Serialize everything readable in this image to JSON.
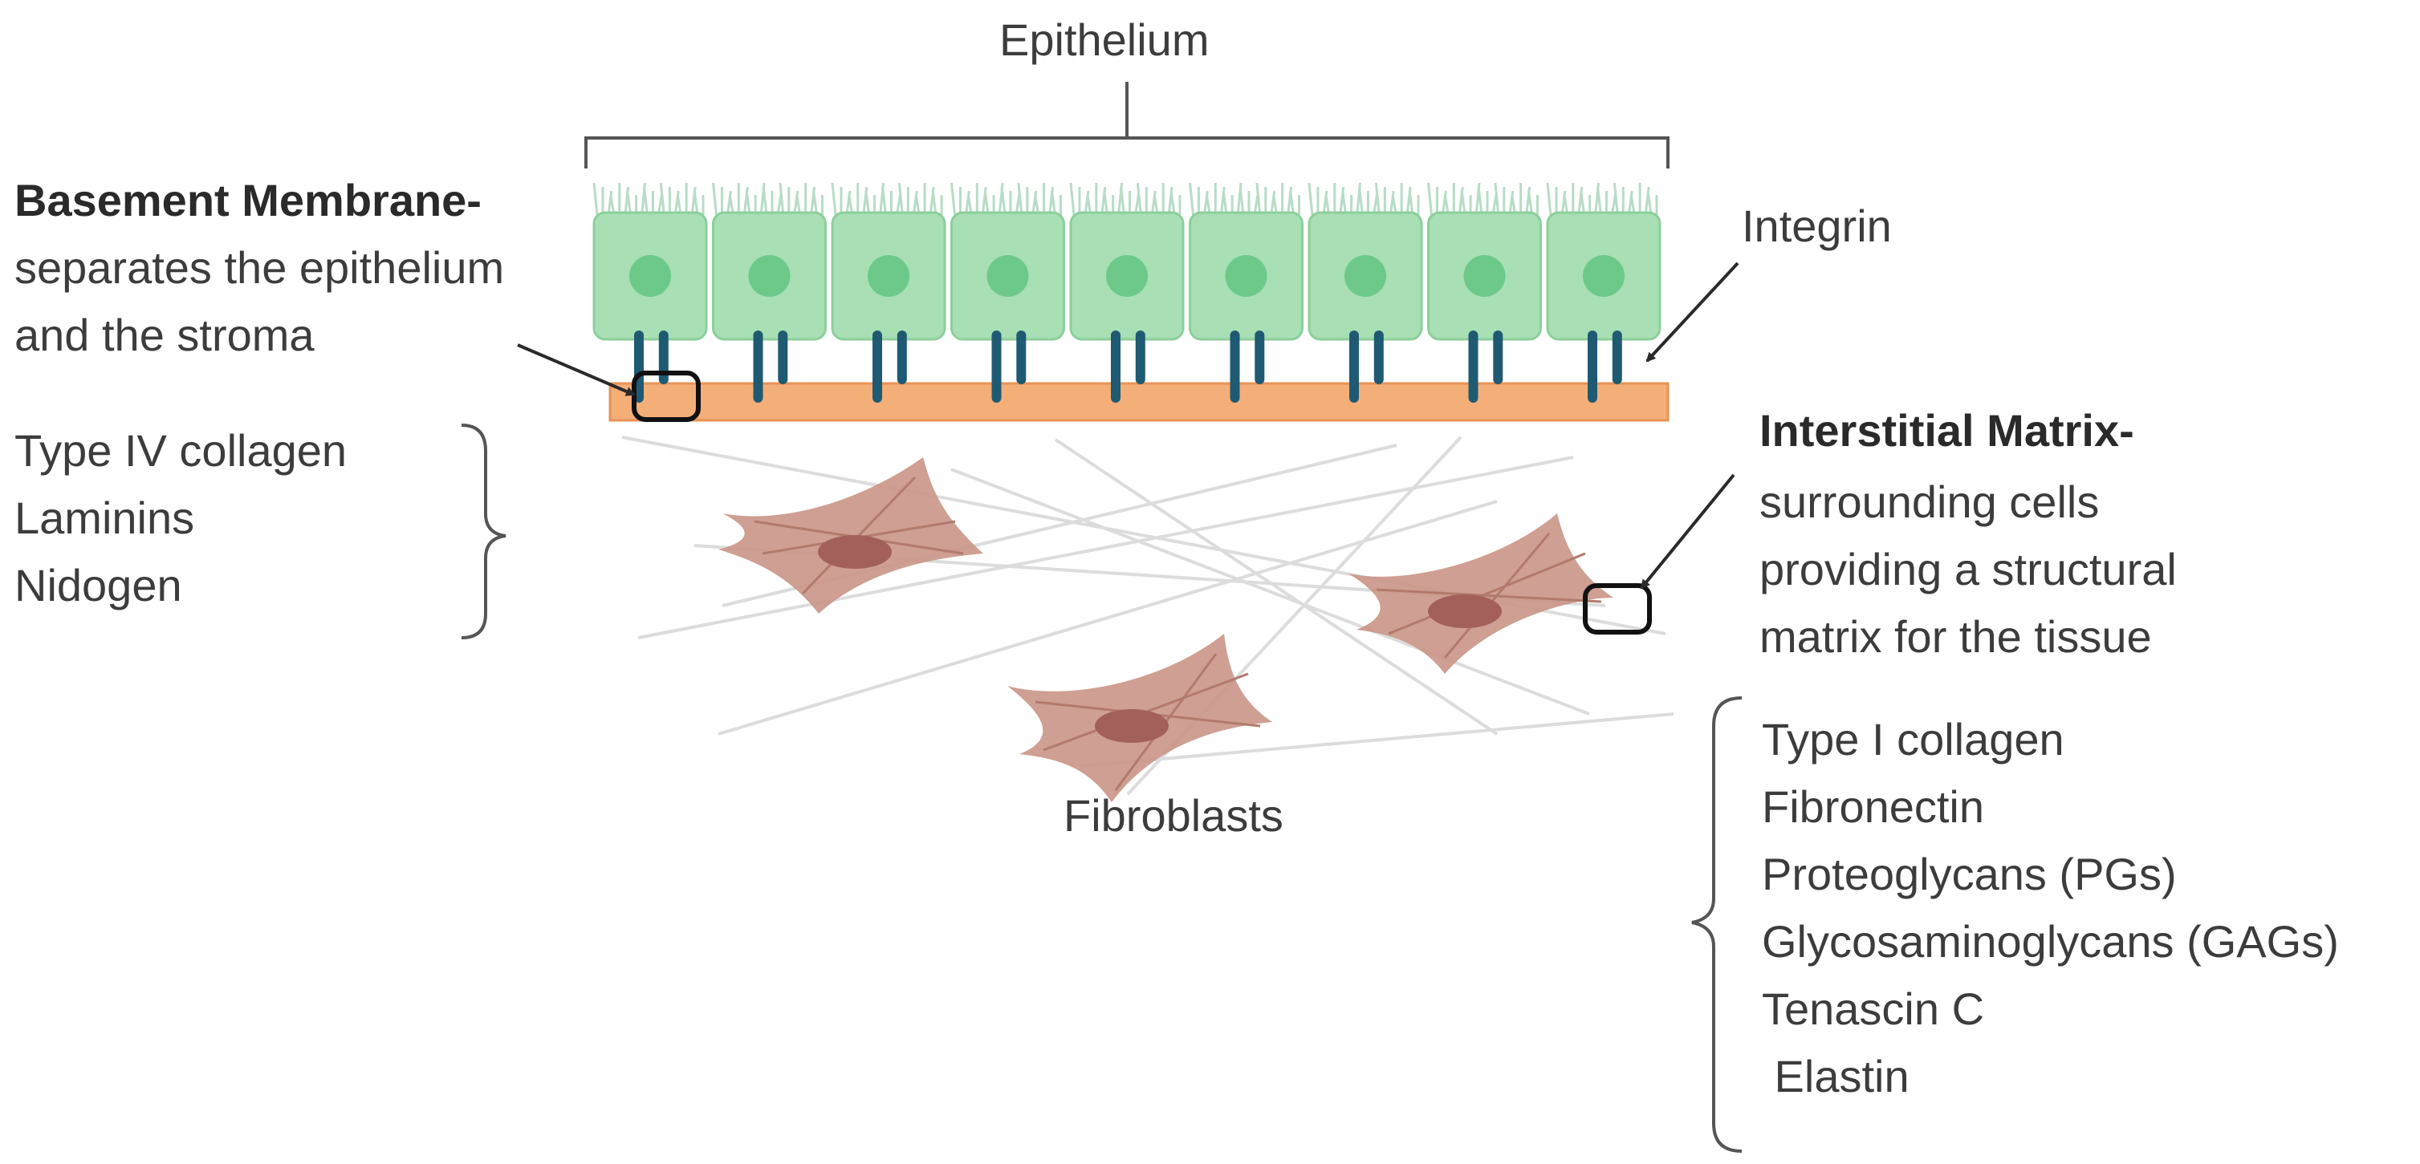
{
  "labels": {
    "epithelium": "Epithelium",
    "integrin": "Integrin",
    "fibroblasts": "Fibroblasts"
  },
  "basement_membrane": {
    "title": "Basement Membrane-",
    "description": [
      "separates the epithelium",
      "and the stroma"
    ],
    "components": [
      "Type IV collagen",
      "Laminins",
      "Nidogen"
    ]
  },
  "interstitial_matrix": {
    "title": "Interstitial Matrix-",
    "description": [
      "surrounding cells",
      "providing a structural",
      "matrix for the tissue"
    ],
    "components": [
      "Type I collagen",
      "Fibronectin",
      "Proteoglycans (PGs)",
      "Glycosaminoglycans (GAGs)",
      "Tenascin C",
      " Elastin"
    ]
  },
  "colors": {
    "cell_fill": "#a8dfb4",
    "cell_border": "#8ccf9c",
    "nucleus": "#6cc98a",
    "cilia": "#b8dcc6",
    "integrin": "#1f5a73",
    "membrane": "#f4ae78",
    "membrane_border": "#e89355",
    "fibroblast": "#c99586",
    "fibroblast_nucleus": "#a3605a",
    "fiber": "#d9d9d9",
    "bracket": "#555555",
    "arrow": "#2a2a2a"
  }
}
